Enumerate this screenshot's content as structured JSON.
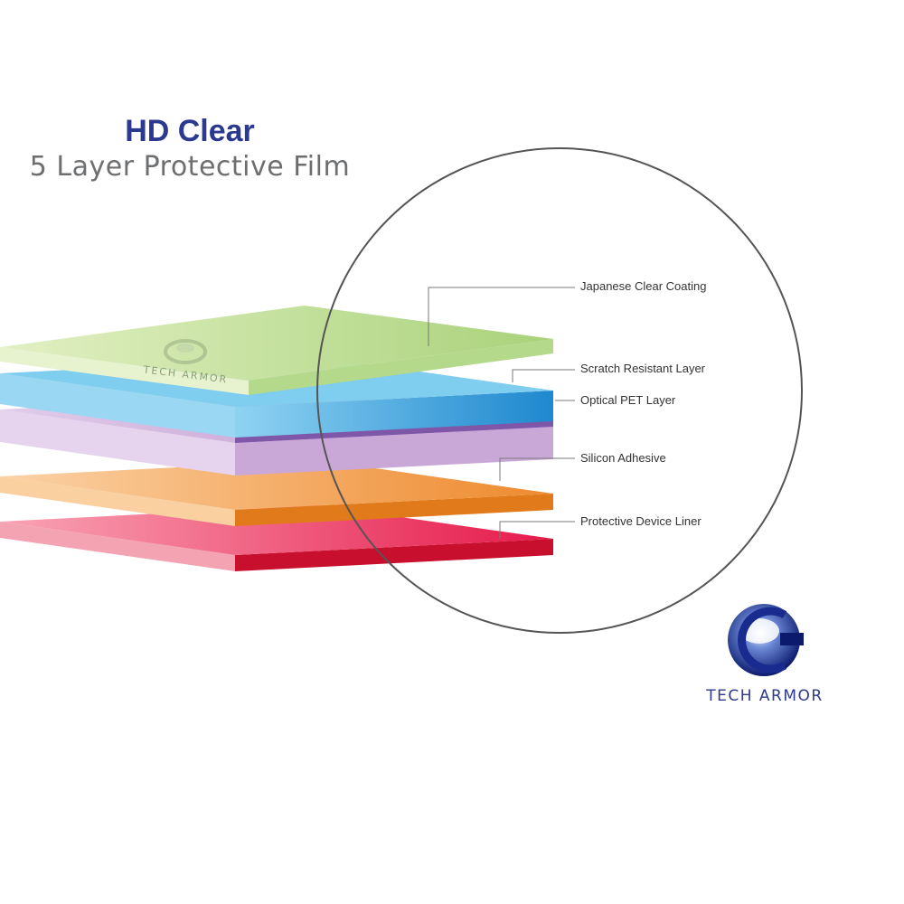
{
  "header": {
    "title": "HD Clear",
    "subtitle": "5 Layer Protective Film"
  },
  "layers": [
    {
      "label": "Japanese Clear Coating",
      "color": "#c4df9a"
    },
    {
      "label": "Scratch Resistant Layer",
      "color": "#4fb6e6"
    },
    {
      "label": "Optical PET Layer",
      "color": "#c9a8d8"
    },
    {
      "label": "Silicon Adhesive",
      "color": "#f6b26b"
    },
    {
      "label": "Protective Device Liner",
      "color": "#f0607a"
    }
  ],
  "film_mark": "TECH ARMOR",
  "brand": {
    "name": "TECH ARMOR",
    "primary_color": "#2e3a8f"
  }
}
